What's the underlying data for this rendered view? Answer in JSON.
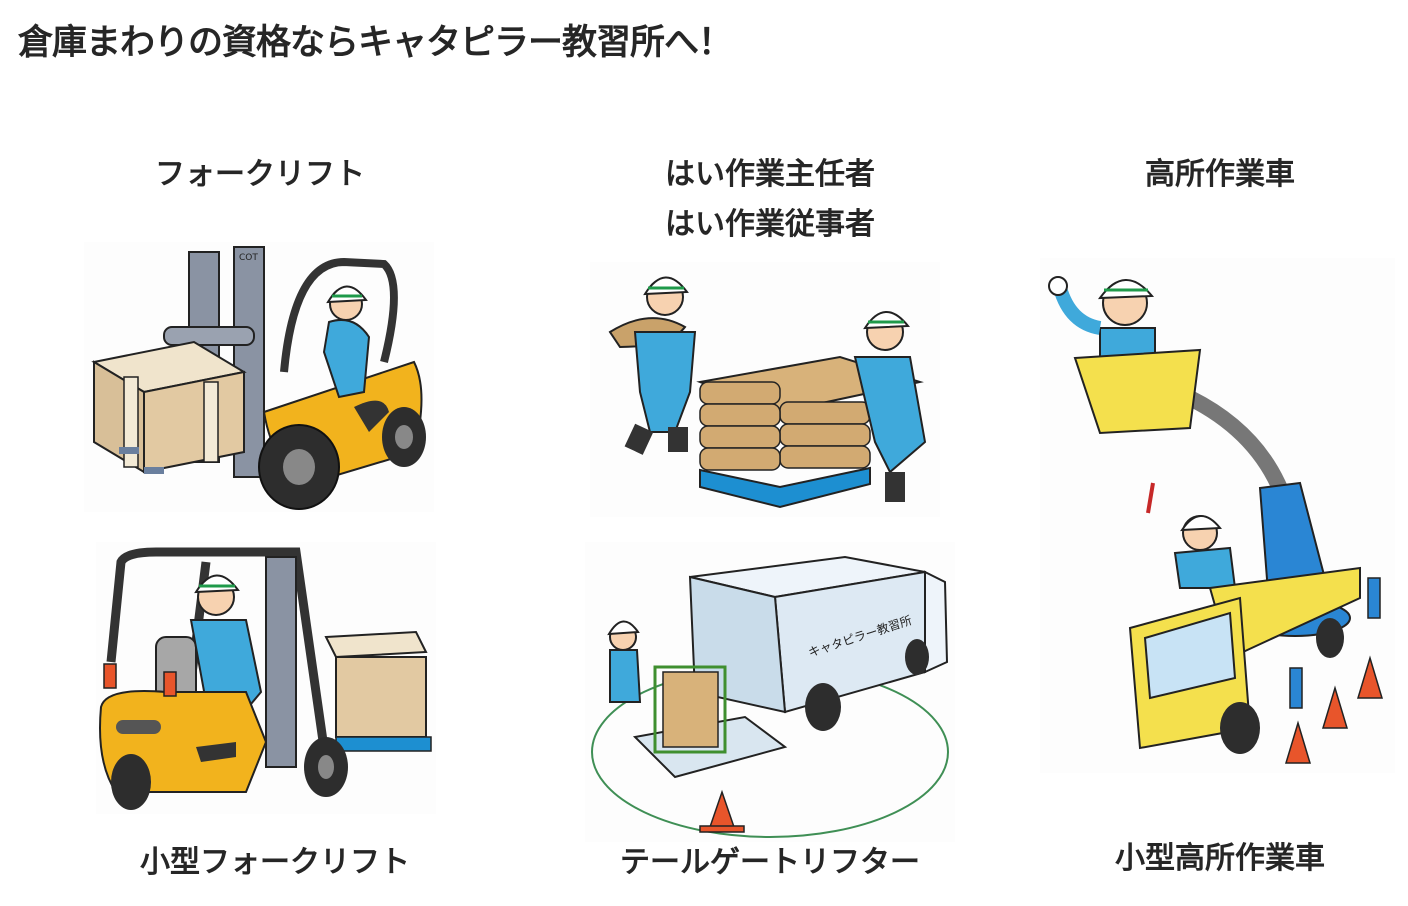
{
  "page": {
    "title": "倉庫まわりの資格ならキャタピラー教習所へ！"
  },
  "qualifications": [
    {
      "id": "forklift",
      "label": "フォークリフト",
      "illustration": "forklift-illustration"
    },
    {
      "id": "hai-sagyo",
      "label_lines": [
        "はい作業主任者",
        "はい作業従事者"
      ],
      "illustration": "bag-stacking-illustration"
    },
    {
      "id": "aerial-work-vehicle",
      "label": "高所作業車",
      "illustration": "aerial-work-platform-illustration"
    },
    {
      "id": "small-forklift",
      "label": "小型フォークリフト",
      "illustration": "small-forklift-illustration"
    },
    {
      "id": "tailgate-lifter",
      "label": "テールゲートリフター",
      "illustration": "tailgate-lifter-truck-illustration"
    },
    {
      "id": "small-aerial-work-vehicle",
      "label": "小型高所作業車"
    }
  ],
  "illustration_text": {
    "mast_plate": "COT",
    "truck_side": "キャタピラー教習所"
  },
  "colors": {
    "title_text": "#262626",
    "forklift_yellow": "#f2b31d",
    "worker_blue": "#3fa9db",
    "helmet_stripe": "#1f9a4a",
    "cargo_tan": "#d8b27a",
    "pallet_blue": "#1d8fd1",
    "cone_orange": "#e8552b",
    "bucket_yellow": "#f4e04d",
    "boom_blue": "#2a86d4"
  }
}
